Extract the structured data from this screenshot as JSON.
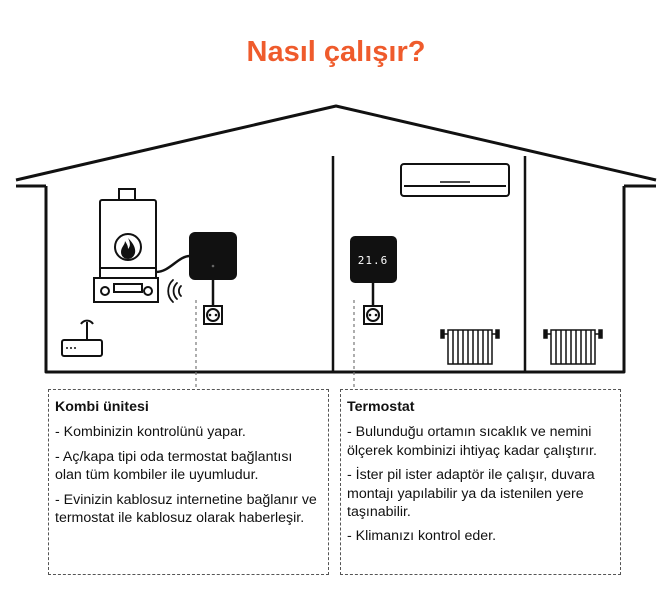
{
  "title": "Nasıl çalışır?",
  "colors": {
    "accent": "#ef5b2c",
    "stroke": "#111111",
    "display": "#ffffff"
  },
  "thermostat": {
    "display": "21.6"
  },
  "boiler_unit": {
    "heading": "Kombi ünitesi",
    "bullets": [
      "- Kombinizin kontrolünü yapar.",
      "- Aç/kapa tipi oda termostat bağlantısı olan tüm kombiler ile uyumludur.",
      "- Evinizin kablosuz internetine bağlanır ve termostat ile kablosuz olarak haberleşir."
    ]
  },
  "thermostat_info": {
    "heading": "Termostat",
    "bullets": [
      "- Bulunduğu ortamın sıcaklık ve nemini ölçerek kombinizi ihtiyaç kadar çalıştırır.",
      "- İster pil ister adaptör ile çalışır, duvara montajı yapılabilir ya da istenilen yere taşınabilir.",
      "- Klimanızı kontrol eder."
    ]
  }
}
